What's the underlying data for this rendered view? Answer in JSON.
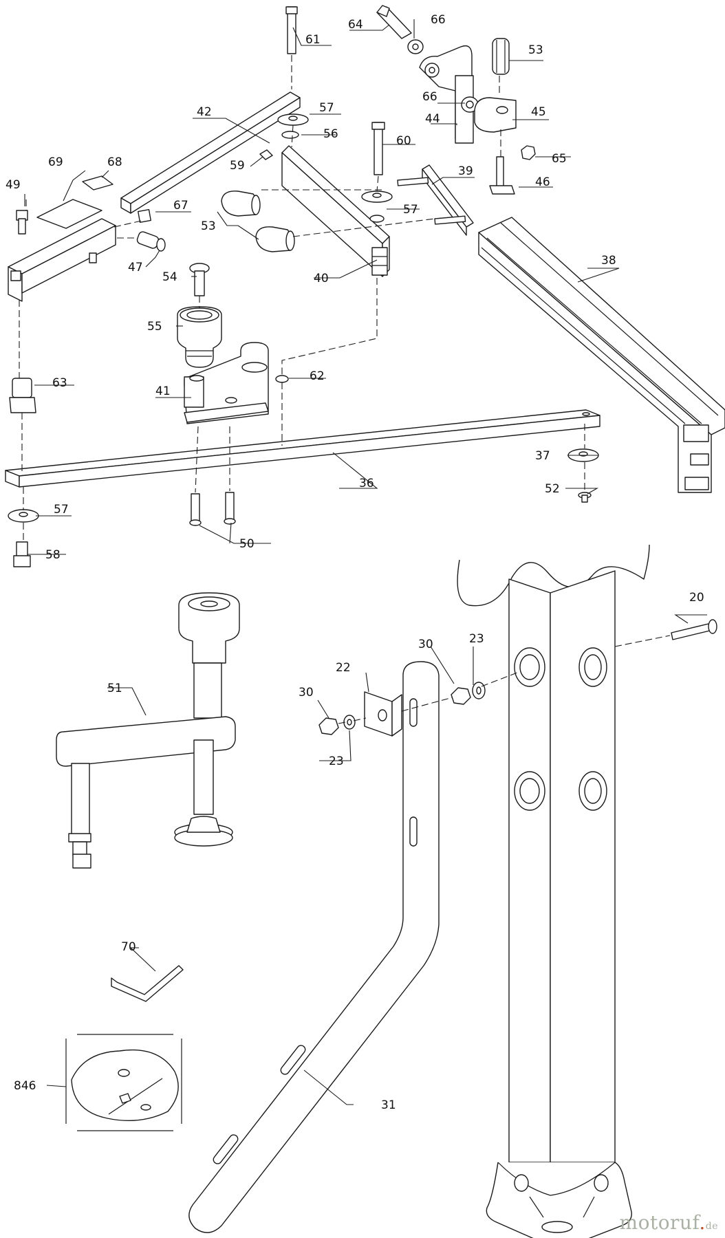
{
  "callouts": [
    "61",
    "64",
    "66",
    "53",
    "42",
    "57",
    "56",
    "66",
    "44",
    "45",
    "60",
    "59",
    "65",
    "69",
    "68",
    "49",
    "39",
    "46",
    "67",
    "57",
    "53",
    "38",
    "47",
    "40",
    "54",
    "55",
    "63",
    "41",
    "62",
    "37",
    "36",
    "52",
    "57",
    "50",
    "58",
    "20",
    "51",
    "30",
    "23",
    "22",
    "30",
    "23",
    "70",
    "846",
    "31"
  ],
  "watermark": {
    "main": "motoruf",
    "dot": ".",
    "tld": "de",
    "colors": {
      "text": "#a9b1a3",
      "accent": "#d04a1c"
    }
  }
}
